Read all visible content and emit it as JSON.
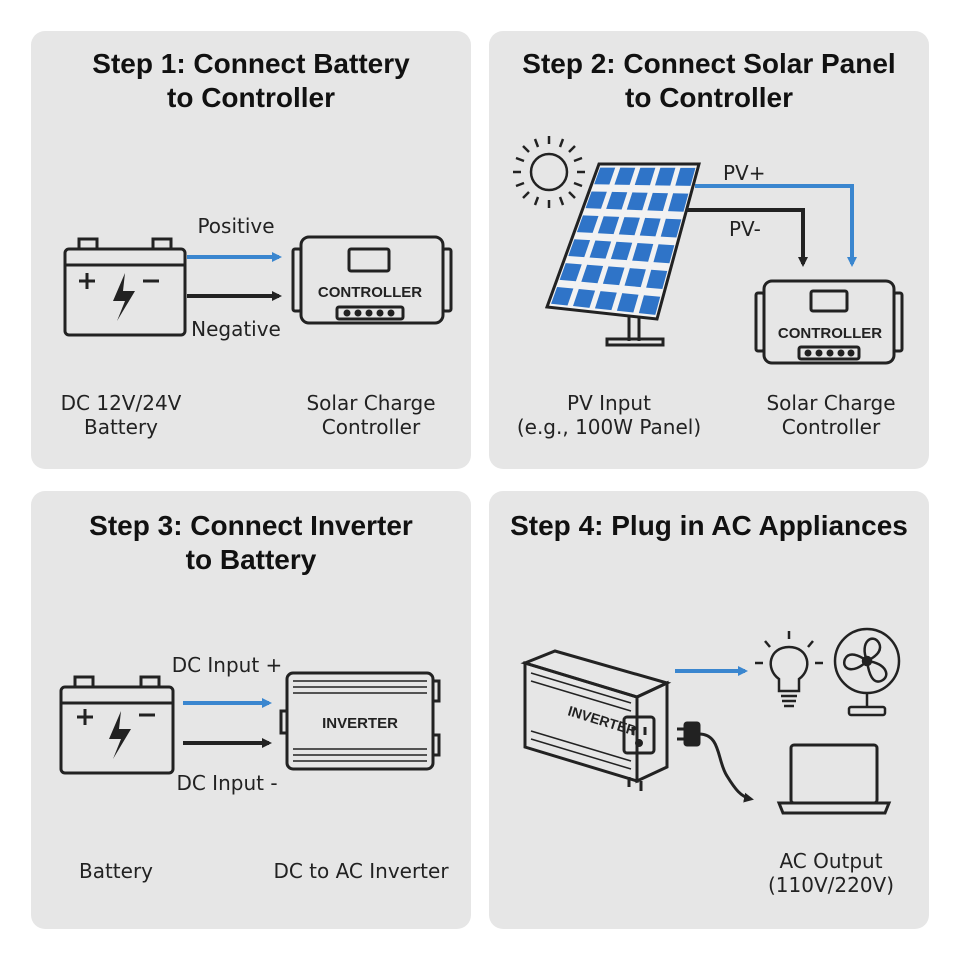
{
  "colors": {
    "panel_bg": "#e6e6e6",
    "ink": "#222222",
    "blue": "#3a86cf",
    "solar_cell": "#2f74c8"
  },
  "steps": [
    {
      "title_line1": "Step 1: Connect Battery",
      "title_line2": "to Controller",
      "arrow_top_label": "Positive",
      "arrow_bottom_label": "Negative",
      "device_text": "CONTROLLER",
      "left_caption_line1": "DC 12V/24V",
      "left_caption_line2": "Battery",
      "right_caption_line1": "Solar Charge",
      "right_caption_line2": "Controller",
      "icons": [
        "battery-icon",
        "charge-controller-icon"
      ]
    },
    {
      "title_line1": "Step 2: Connect Solar Panel",
      "title_line2": "to Controller",
      "arrow_top_label": "PV+",
      "arrow_bottom_label": "PV-",
      "device_text": "CONTROLLER",
      "left_caption_line1": "PV Input",
      "left_caption_line2": "(e.g., 100W Panel)",
      "right_caption_line1": "Solar Charge",
      "right_caption_line2": "Controller",
      "icons": [
        "sun-icon",
        "solar-panel-icon",
        "charge-controller-icon"
      ]
    },
    {
      "title_line1": "Step 3: Connect Inverter",
      "title_line2": "to Battery",
      "arrow_top_label": "DC Input +",
      "arrow_bottom_label": "DC Input -",
      "device_text": "INVERTER",
      "left_caption_line1": "Battery",
      "right_caption_line1": "DC to AC Inverter",
      "icons": [
        "battery-icon",
        "inverter-icon"
      ]
    },
    {
      "title_line1": "Step 4: Plug in AC Appliances",
      "device_text": "INVERTER",
      "caption_line1": "AC Output",
      "caption_line2": "(110V/220V)",
      "icons": [
        "inverter-icon",
        "plug-icon",
        "light-bulb-icon",
        "fan-icon",
        "laptop-icon"
      ]
    }
  ]
}
